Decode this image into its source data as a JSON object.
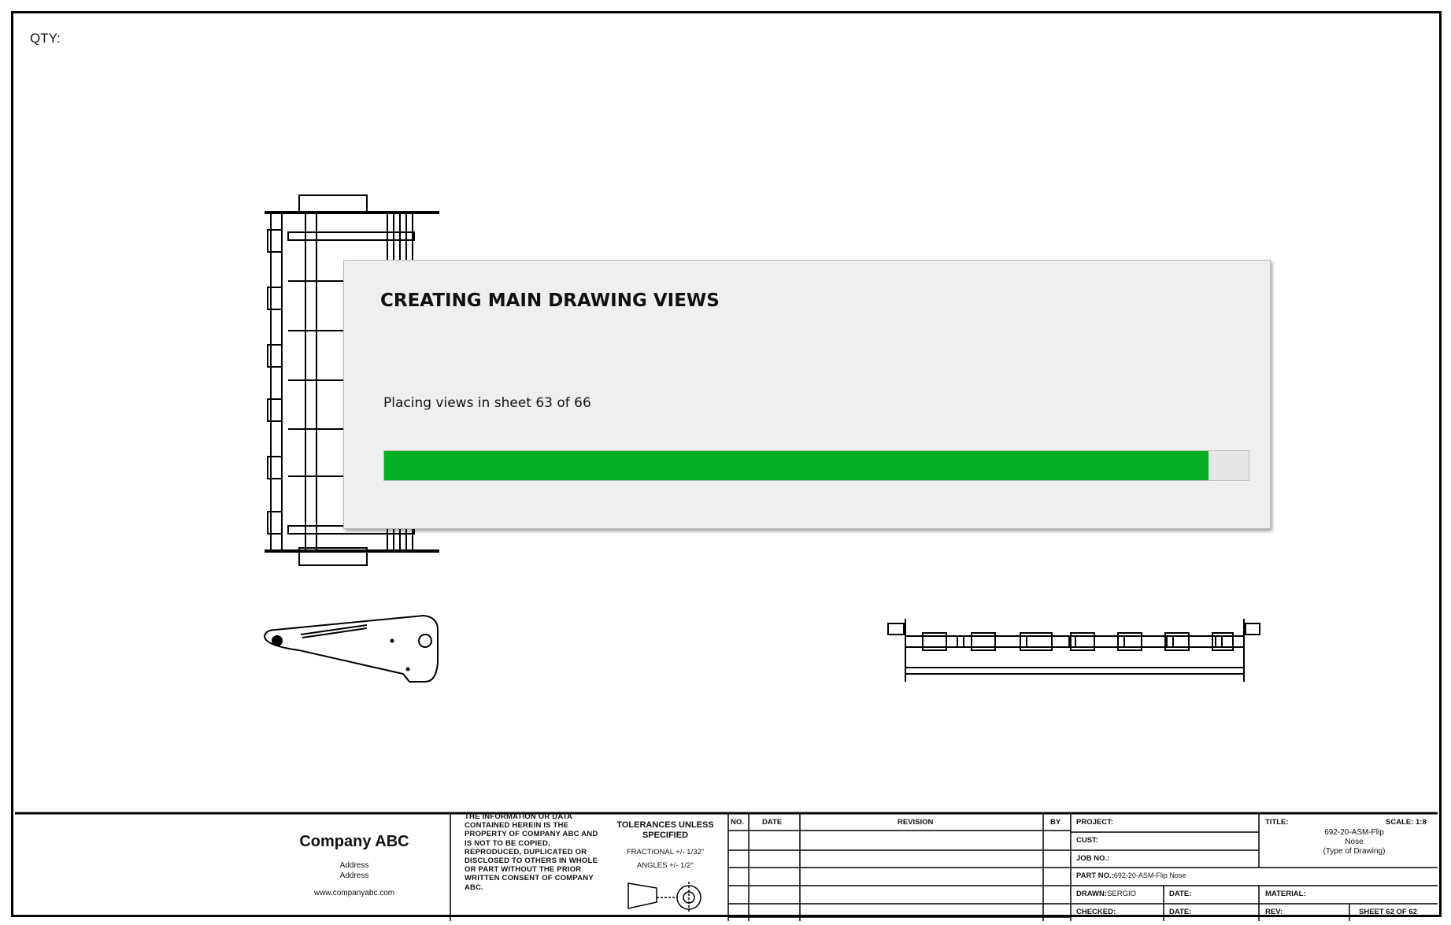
{
  "sheet": {
    "qty_label": "QTY:"
  },
  "title_block": {
    "company_name": "Company ABC",
    "address_line1": "Address",
    "address_line2": "Address",
    "website": "www.companyabc.com",
    "legal_notice": "THE INFORMATION OR DATA CONTAINED HEREIN IS THE PROPERTY OF COMPANY ABC AND IS NOT TO BE COPIED, REPRODUCED, DUPLICATED OR DISCLOSED TO OTHERS IN WHOLE OR PART WITHOUT THE PRIOR WRITTEN CONSENT OF COMPANY ABC.",
    "tolerances_heading": "TOLERANCES UNLESS SPECIFIED",
    "fractional": "FRACTIONAL +/- 1/32\"",
    "angles": "ANGLES +/- 1/2°",
    "revision_headers": {
      "no": "NO.",
      "date": "DATE",
      "revision": "REVISION",
      "by": "BY"
    },
    "project_label": "PROJECT:",
    "cust_label": "CUST:",
    "job_no_label": "JOB NO.:",
    "part_no_label": "PART NO.:",
    "part_no_value": "692-20-ASM-Flip Nose",
    "drawn_label": "DRAWN:",
    "drawn_value": "SERGIO",
    "date_label": "DATE:",
    "checked_label": "CHECKED:",
    "title_label": "TITLE:",
    "scale": "SCALE: 1:8",
    "title_value_line1": "692-20-ASM-Flip",
    "title_value_line2": "Nose",
    "title_value_line3": "(Type of Drawing)",
    "material_label": "MATERIAL:",
    "rev_label": "REV:",
    "sheet_label": "SHEET 62 OF 62"
  },
  "dialog": {
    "title": "CREATING MAIN DRAWING VIEWS",
    "status": "Placing views in sheet 63 of 66",
    "progress_percent": 95.4,
    "progress_color": "#06b025"
  }
}
